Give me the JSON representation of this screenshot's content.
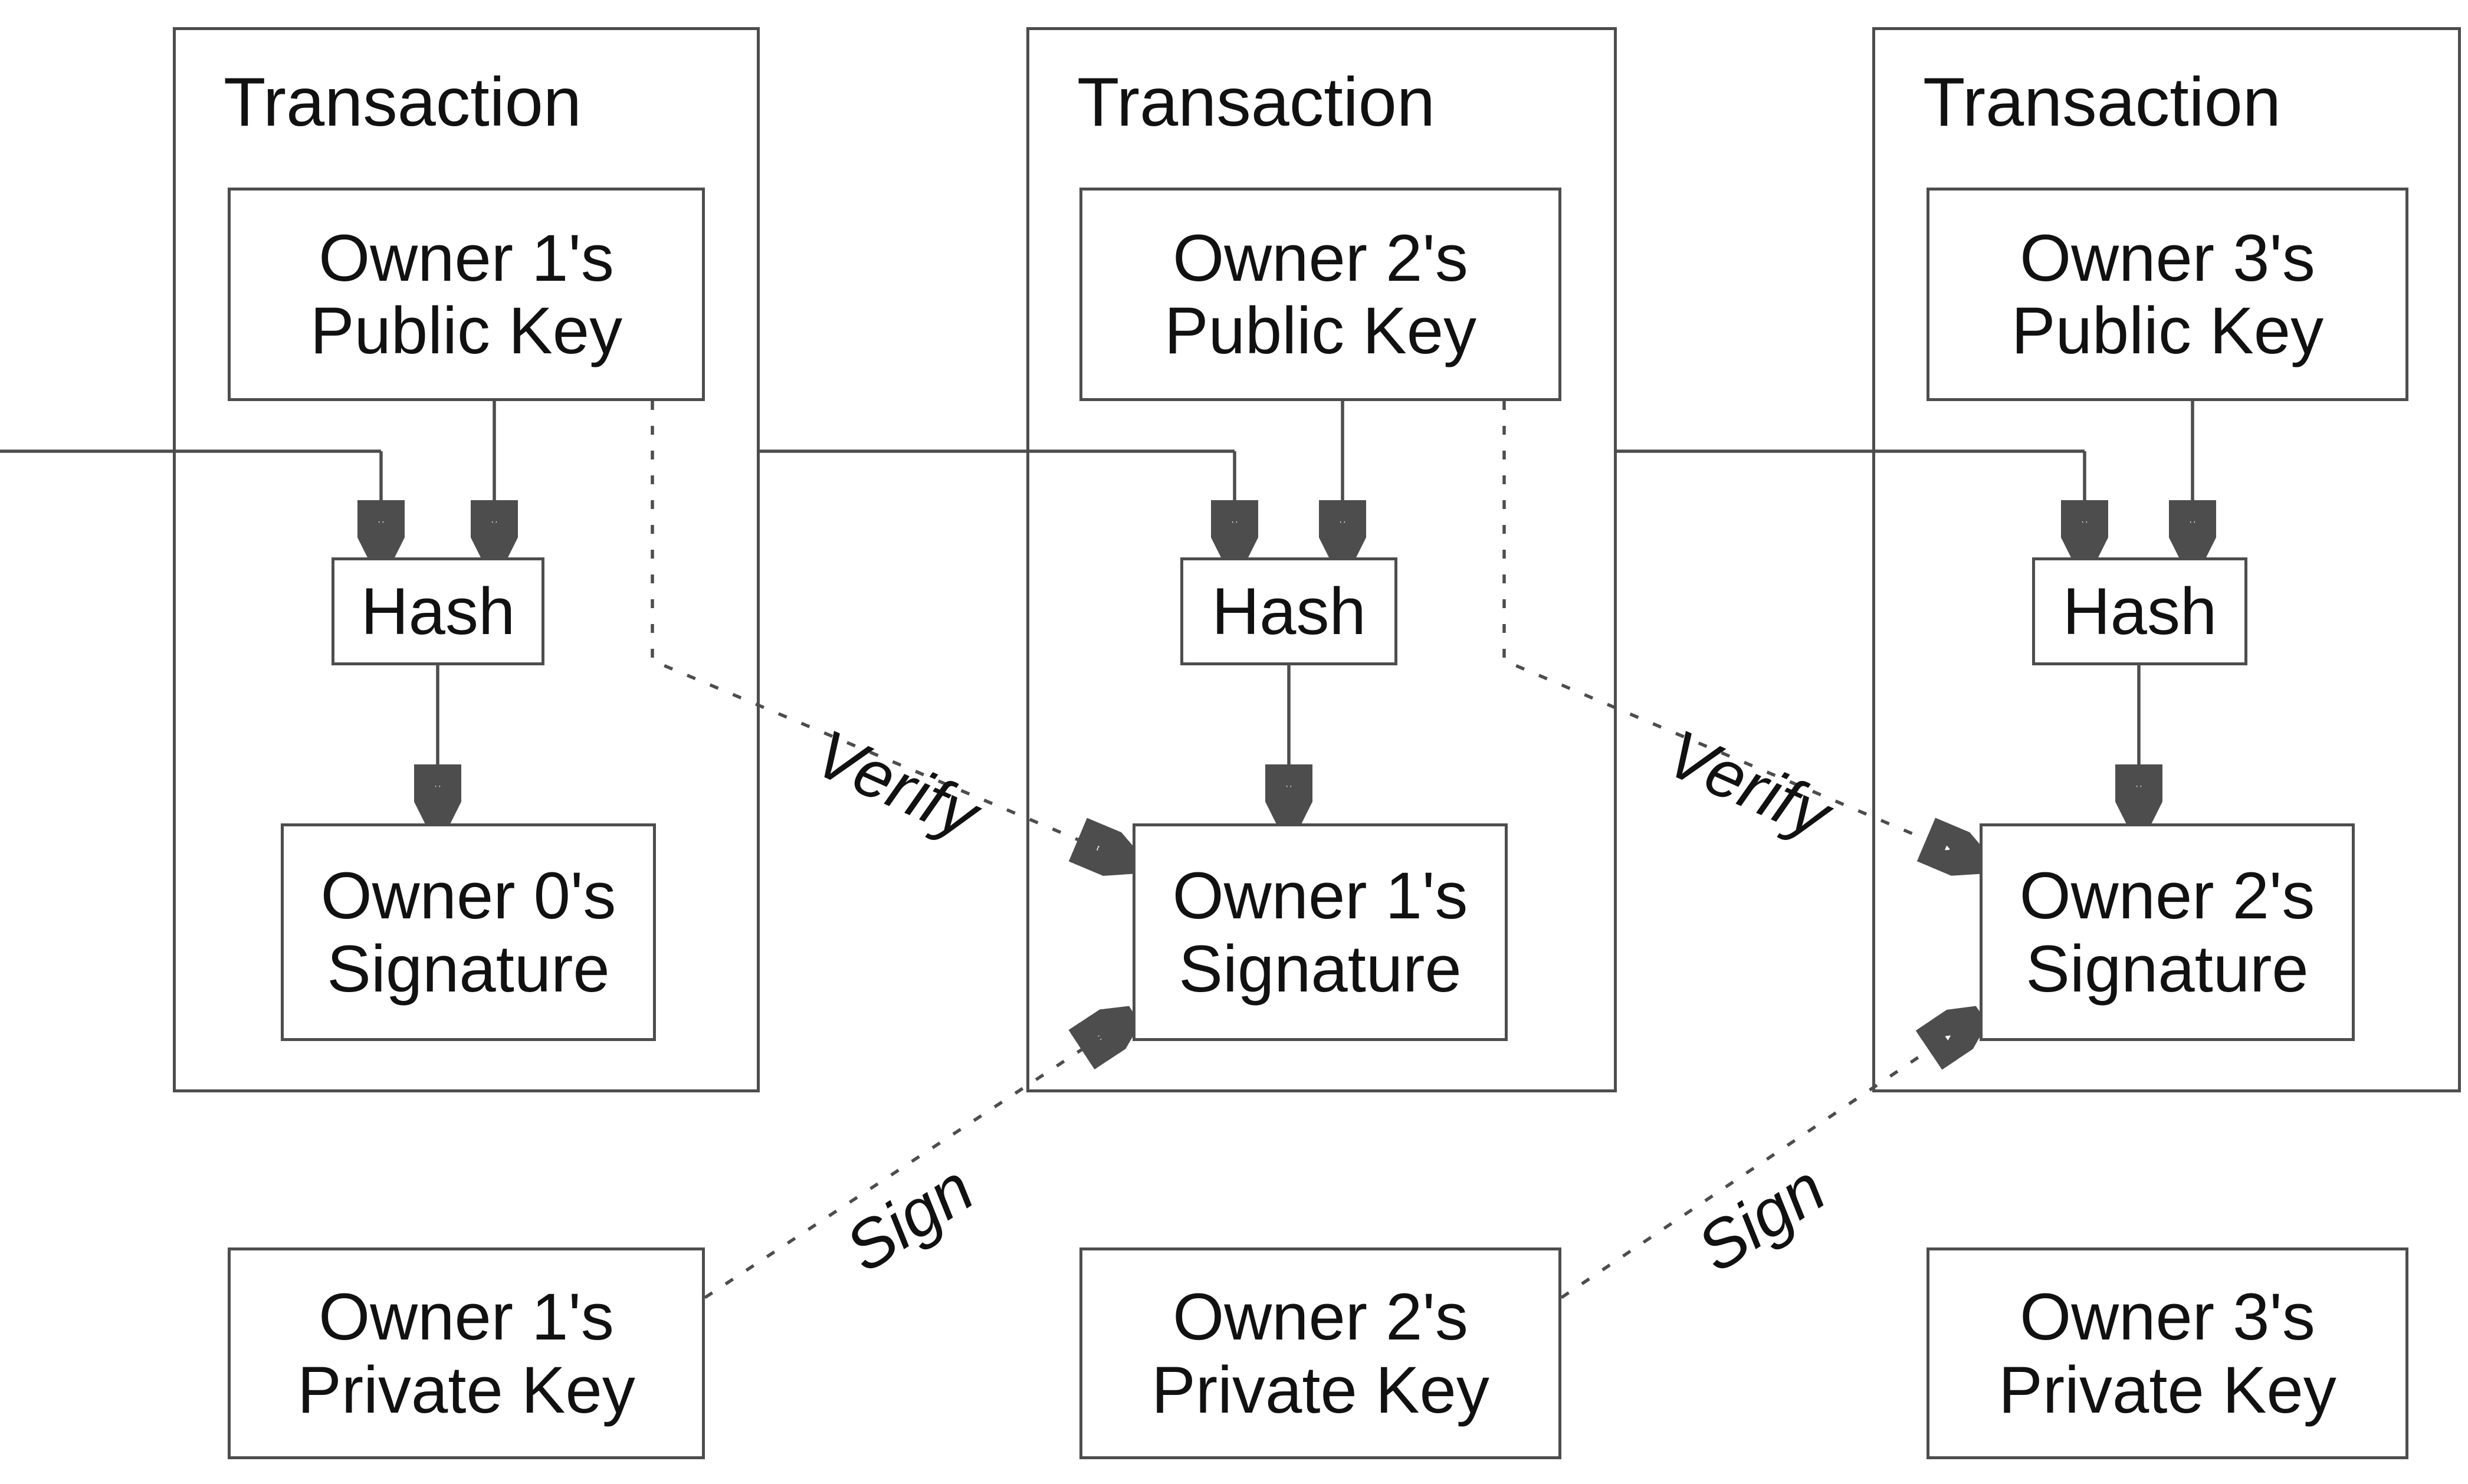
{
  "figure": {
    "background_color": "#ffffff",
    "line_color": "#4d4d4d",
    "arrow_color": "#0d0d0d",
    "text_color": "#111111",
    "edge_labels": {
      "verify": "Verify",
      "sign": "Sign"
    },
    "transactions": [
      {
        "title": "Transaction",
        "public_key": {
          "line1": "Owner 1's",
          "line2": "Public Key"
        },
        "hash": "Hash",
        "signature": {
          "line1": "Owner 0's",
          "line2": "Signature"
        }
      },
      {
        "title": "Transaction",
        "public_key": {
          "line1": "Owner 2's",
          "line2": "Public Key"
        },
        "hash": "Hash",
        "signature": {
          "line1": "Owner 1's",
          "line2": "Signature"
        }
      },
      {
        "title": "Transaction",
        "public_key": {
          "line1": "Owner 3's",
          "line2": "Public Key"
        },
        "hash": "Hash",
        "signature": {
          "line1": "Owner 2's",
          "line2": "Signature"
        }
      }
    ],
    "private_keys": [
      {
        "line1": "Owner 1's",
        "line2": "Private Key"
      },
      {
        "line1": "Owner 2's",
        "line2": "Private Key"
      },
      {
        "line1": "Owner 3's",
        "line2": "Private Key"
      }
    ]
  }
}
